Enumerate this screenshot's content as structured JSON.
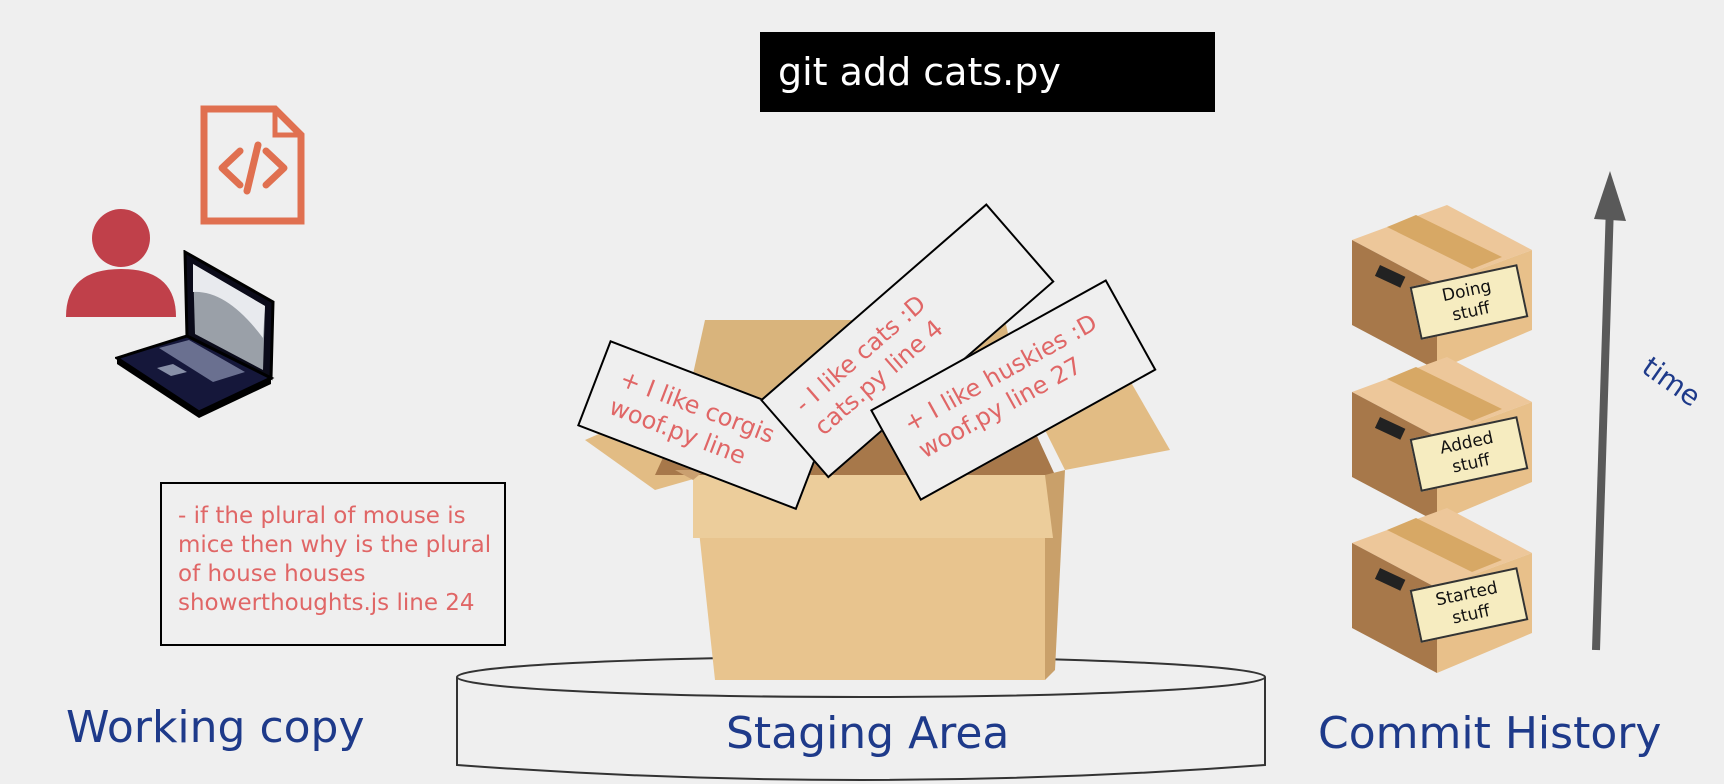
{
  "command": "git add cats.py",
  "sections": {
    "working_copy": "Working copy",
    "staging_area": "Staging Area",
    "commit_history": "Commit History",
    "time": "time"
  },
  "working_note": {
    "lines": [
      "- if the plural of mouse is",
      "mice then why is the plural",
      "of house houses",
      "showerthoughts.js line 24"
    ]
  },
  "staged_slips": [
    {
      "line1": "+ I like corgis",
      "line2": "woof.py line"
    },
    {
      "line1": "- I like cats :D",
      "line2": "cats.py line 4"
    },
    {
      "line1": "+ I like huskies  :D",
      "line2": "woof.py line 27"
    }
  ],
  "commits": [
    {
      "line1": "Doing",
      "line2": "stuff"
    },
    {
      "line1": "Added",
      "line2": "stuff"
    },
    {
      "line1": "Started",
      "line2": "stuff"
    }
  ],
  "icons": {
    "code_file": "code-file-icon",
    "person": "person-icon",
    "laptop": "laptop-icon"
  },
  "colors": {
    "label_blue": "#1e3a8a",
    "note_red": "#e06666",
    "icon_orange": "#e07050",
    "person_red": "#c0404a",
    "box_tan": "#e8c48e"
  }
}
